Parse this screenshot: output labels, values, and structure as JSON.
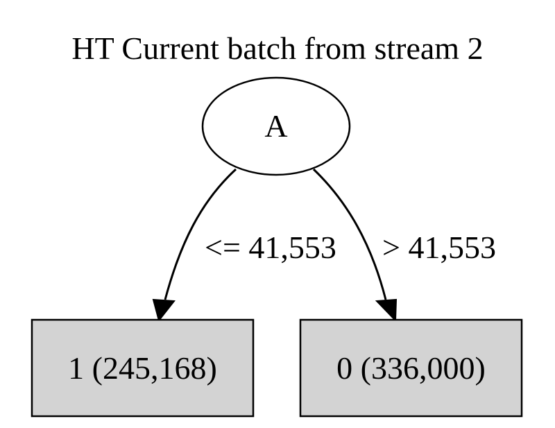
{
  "title": "HT Current batch from stream 2",
  "root": {
    "label": "A"
  },
  "edges": {
    "left": {
      "label": "<= 41,553"
    },
    "right": {
      "label": "> 41,553"
    }
  },
  "leaves": {
    "left": {
      "label": "1 (245,168)",
      "fill": "#d3d3d3"
    },
    "right": {
      "label": "0 (336,000)",
      "fill": "#d3d3d3"
    }
  }
}
